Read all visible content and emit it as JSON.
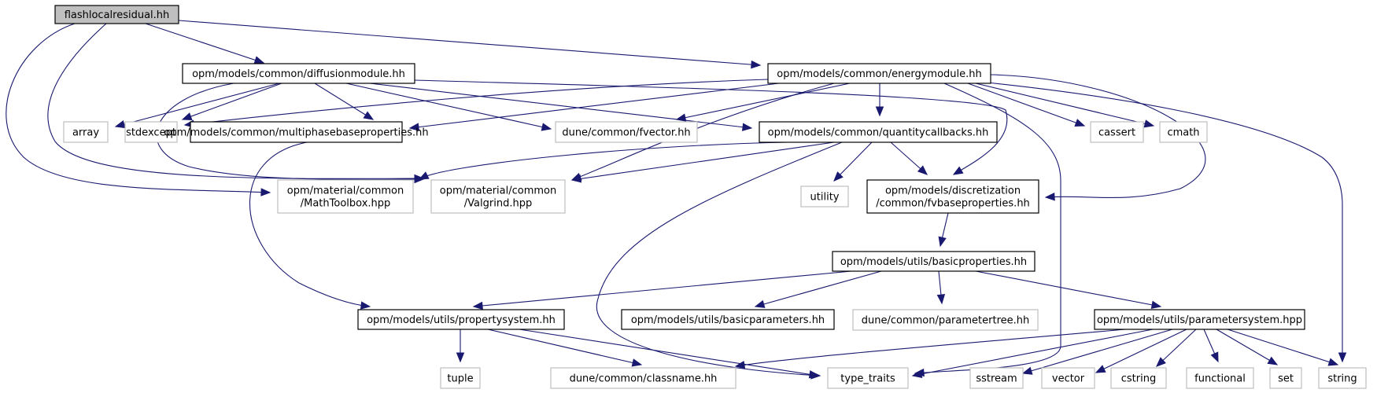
{
  "diagram": {
    "type": "include-dependency-graph",
    "root": "flashlocalresidual",
    "colors": {
      "edge": "#191970",
      "local_border": "#000000",
      "external_border": "#bfbfbf",
      "root_fill": "#bfbfbf"
    },
    "nodes": [
      {
        "id": "flashlocalresidual",
        "kind": "root",
        "lines": [
          "flashlocalresidual.hh"
        ]
      },
      {
        "id": "diffusionmodule",
        "kind": "local",
        "lines": [
          "opm/models/common/diffusionmodule.hh"
        ]
      },
      {
        "id": "energymodule",
        "kind": "local",
        "lines": [
          "opm/models/common/energymodule.hh"
        ]
      },
      {
        "id": "array",
        "kind": "ext",
        "lines": [
          "array"
        ]
      },
      {
        "id": "stdexcept",
        "kind": "ext",
        "lines": [
          "stdexcept"
        ]
      },
      {
        "id": "multiphasebaseproperties",
        "kind": "local",
        "lines": [
          "opm/models/common/multiphasebaseproperties.hh"
        ]
      },
      {
        "id": "fvector",
        "kind": "ext",
        "lines": [
          "dune/common/fvector.hh"
        ]
      },
      {
        "id": "quantitycallbacks",
        "kind": "local",
        "lines": [
          "opm/models/common/quantitycallbacks.hh"
        ]
      },
      {
        "id": "cassert",
        "kind": "ext",
        "lines": [
          "cassert"
        ]
      },
      {
        "id": "cmath",
        "kind": "ext",
        "lines": [
          "cmath"
        ]
      },
      {
        "id": "mathtoolbox",
        "kind": "ext",
        "lines": [
          "opm/material/common",
          "/MathToolbox.hpp"
        ]
      },
      {
        "id": "valgrind",
        "kind": "ext",
        "lines": [
          "opm/material/common",
          "/Valgrind.hpp"
        ]
      },
      {
        "id": "utility",
        "kind": "ext",
        "lines": [
          "utility"
        ]
      },
      {
        "id": "fvbaseproperties",
        "kind": "local",
        "lines": [
          "opm/models/discretization",
          "/common/fvbaseproperties.hh"
        ]
      },
      {
        "id": "basicproperties",
        "kind": "local",
        "lines": [
          "opm/models/utils/basicproperties.hh"
        ]
      },
      {
        "id": "propertysystem",
        "kind": "local",
        "lines": [
          "opm/models/utils/propertysystem.hh"
        ]
      },
      {
        "id": "basicparameters",
        "kind": "local",
        "lines": [
          "opm/models/utils/basicparameters.hh"
        ]
      },
      {
        "id": "parametertree",
        "kind": "ext",
        "lines": [
          "dune/common/parametertree.hh"
        ]
      },
      {
        "id": "parametersystem",
        "kind": "local",
        "lines": [
          "opm/models/utils/parametersystem.hpp"
        ]
      },
      {
        "id": "tuple",
        "kind": "ext",
        "lines": [
          "tuple"
        ]
      },
      {
        "id": "classname",
        "kind": "ext",
        "lines": [
          "dune/common/classname.hh"
        ]
      },
      {
        "id": "type_traits",
        "kind": "ext",
        "lines": [
          "type_traits"
        ]
      },
      {
        "id": "sstream",
        "kind": "ext",
        "lines": [
          "sstream"
        ]
      },
      {
        "id": "vector",
        "kind": "ext",
        "lines": [
          "vector"
        ]
      },
      {
        "id": "cstring",
        "kind": "ext",
        "lines": [
          "cstring"
        ]
      },
      {
        "id": "functional",
        "kind": "ext",
        "lines": [
          "functional"
        ]
      },
      {
        "id": "set",
        "kind": "ext",
        "lines": [
          "set"
        ]
      },
      {
        "id": "string",
        "kind": "ext",
        "lines": [
          "string"
        ]
      }
    ],
    "edges": [
      [
        "flashlocalresidual",
        "diffusionmodule"
      ],
      [
        "flashlocalresidual",
        "energymodule"
      ],
      [
        "flashlocalresidual",
        "mathtoolbox"
      ],
      [
        "flashlocalresidual",
        "valgrind"
      ],
      [
        "diffusionmodule",
        "array"
      ],
      [
        "diffusionmodule",
        "stdexcept"
      ],
      [
        "diffusionmodule",
        "multiphasebaseproperties"
      ],
      [
        "diffusionmodule",
        "fvector"
      ],
      [
        "diffusionmodule",
        "quantitycallbacks"
      ],
      [
        "diffusionmodule",
        "valgrind"
      ],
      [
        "diffusionmodule",
        "fvbaseproperties"
      ],
      [
        "energymodule",
        "stdexcept"
      ],
      [
        "energymodule",
        "multiphasebaseproperties"
      ],
      [
        "energymodule",
        "fvector"
      ],
      [
        "energymodule",
        "quantitycallbacks"
      ],
      [
        "energymodule",
        "valgrind"
      ],
      [
        "energymodule",
        "cassert"
      ],
      [
        "energymodule",
        "cmath"
      ],
      [
        "energymodule",
        "fvbaseproperties"
      ],
      [
        "energymodule",
        "type_traits"
      ],
      [
        "energymodule",
        "string"
      ],
      [
        "multiphasebaseproperties",
        "propertysystem"
      ],
      [
        "quantitycallbacks",
        "mathtoolbox"
      ],
      [
        "quantitycallbacks",
        "valgrind"
      ],
      [
        "quantitycallbacks",
        "utility"
      ],
      [
        "quantitycallbacks",
        "fvbaseproperties"
      ],
      [
        "quantitycallbacks",
        "type_traits"
      ],
      [
        "fvbaseproperties",
        "basicproperties"
      ],
      [
        "basicproperties",
        "propertysystem"
      ],
      [
        "basicproperties",
        "basicparameters"
      ],
      [
        "basicproperties",
        "parametertree"
      ],
      [
        "basicproperties",
        "parametersystem"
      ],
      [
        "propertysystem",
        "tuple"
      ],
      [
        "propertysystem",
        "classname"
      ],
      [
        "propertysystem",
        "type_traits"
      ],
      [
        "parametersystem",
        "classname"
      ],
      [
        "parametersystem",
        "type_traits"
      ],
      [
        "parametersystem",
        "sstream"
      ],
      [
        "parametersystem",
        "vector"
      ],
      [
        "parametersystem",
        "cstring"
      ],
      [
        "parametersystem",
        "functional"
      ],
      [
        "parametersystem",
        "set"
      ],
      [
        "parametersystem",
        "string"
      ]
    ]
  }
}
